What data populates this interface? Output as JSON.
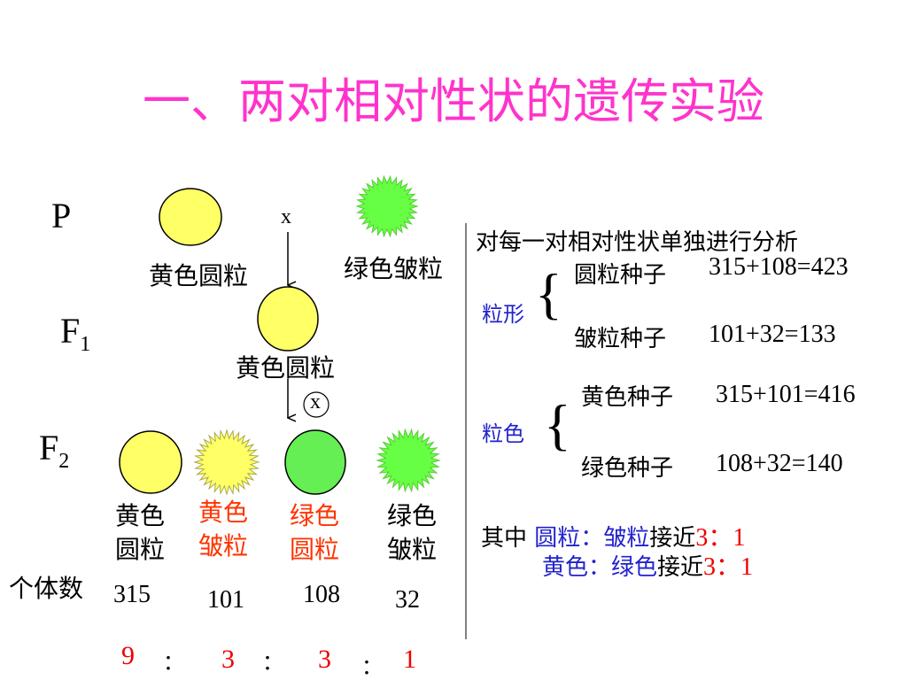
{
  "title": "一、两对相对性状的遗传实验",
  "colors": {
    "title": "#ff33cc",
    "yellow_seed": "#ffff66",
    "green_seed": "#66ff44",
    "red_label": "#ff3300",
    "blue_label": "#2222cc",
    "ratio_red": "#ee0000"
  },
  "generations": {
    "p": "P",
    "f1_base": "F",
    "f1_sub": "1",
    "f2_base": "F",
    "f2_sub": "2"
  },
  "cross_symbol": "x",
  "self_symbol": "x",
  "p_labels": {
    "parent1": "黄色圆粒",
    "parent2": "绿色皱粒"
  },
  "f1_label": "黄色圆粒",
  "f2": {
    "count_label": "个体数",
    "phenotypes": [
      {
        "line1": "黄色",
        "line2": "圆粒",
        "count": "315",
        "ratio": "9"
      },
      {
        "line1": "黄色",
        "line2": "皱粒",
        "count": "101",
        "ratio": "3"
      },
      {
        "line1": "绿色",
        "line2": "圆粒",
        "count": "108",
        "ratio": "3"
      },
      {
        "line1": "绿色",
        "line2": "皱粒",
        "count": "32",
        "ratio": "1"
      }
    ],
    "ratio_sep": "："
  },
  "analysis": {
    "heading": "对每一对相对性状单独进行分析",
    "shape": {
      "label": "粒形",
      "round_label": "圆粒种子",
      "round_formula": "315+108=423",
      "wrinkled_label": "皱粒种子",
      "wrinkled_formula": "101+32=133"
    },
    "color": {
      "label": "粒色",
      "yellow_label": "黄色种子",
      "yellow_formula": "315+101=416",
      "green_label": "绿色种子",
      "green_formula": "108+32=140"
    },
    "conclusion": {
      "prefix": "其中",
      "line1_trait": "圆粒：皱粒",
      "line2_trait": "黄色：绿色",
      "approx": "接近",
      "ratio": "3：1"
    }
  }
}
